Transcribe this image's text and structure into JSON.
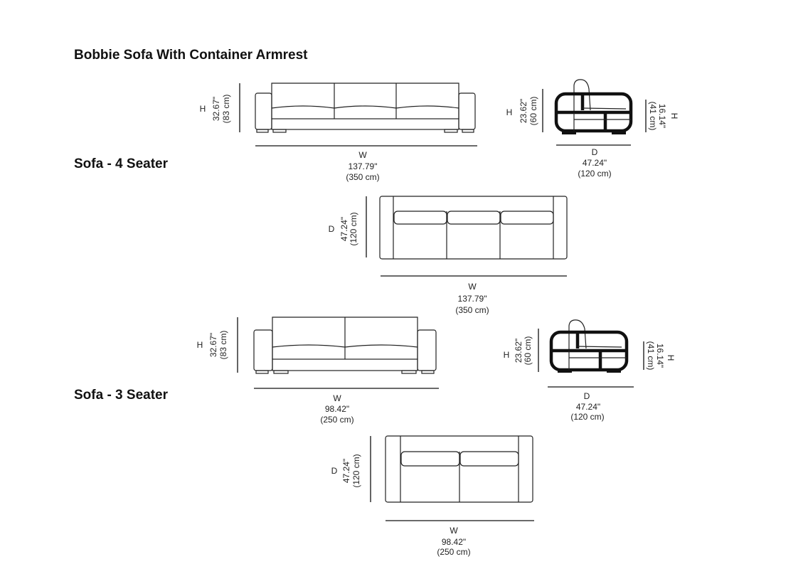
{
  "title": "Bobbie Sofa With Container Armrest",
  "sections": [
    {
      "heading": "Sofa - 4 Seater",
      "front": {
        "h_letter": "H",
        "h_in": "32.67\"",
        "h_cm": "(83 cm)",
        "w_letter": "W",
        "w_in": "137.79\"",
        "w_cm": "(350 cm)"
      },
      "side": {
        "h_letter": "H",
        "h_in": "23.62\"",
        "h_cm": "(60 cm)",
        "seat_h_letter": "H",
        "seat_h_in": "16.14\"",
        "seat_h_cm": "(41 cm)",
        "d_letter": "D",
        "d_in": "47.24\"",
        "d_cm": "(120 cm)"
      },
      "top": {
        "d_letter": "D",
        "d_in": "47.24\"",
        "d_cm": "(120 cm)",
        "w_letter": "W",
        "w_in": "137.79\"",
        "w_cm": "(350 cm)"
      }
    },
    {
      "heading": "Sofa - 3 Seater",
      "front": {
        "h_letter": "H",
        "h_in": "32.67\"",
        "h_cm": "(83 cm)",
        "w_letter": "W",
        "w_in": "98.42\"",
        "w_cm": "(250 cm)"
      },
      "side": {
        "h_letter": "H",
        "h_in": "23.62\"",
        "h_cm": "(60 cm)",
        "seat_h_letter": "H",
        "seat_h_in": "16.14\"",
        "seat_h_cm": "(41 cm)",
        "d_letter": "D",
        "d_in": "47.24\"",
        "d_cm": "(120 cm)"
      },
      "top": {
        "d_letter": "D",
        "d_in": "47.24\"",
        "d_cm": "(120 cm)",
        "w_letter": "W",
        "w_in": "98.42\"",
        "w_cm": "(250 cm)"
      }
    }
  ]
}
